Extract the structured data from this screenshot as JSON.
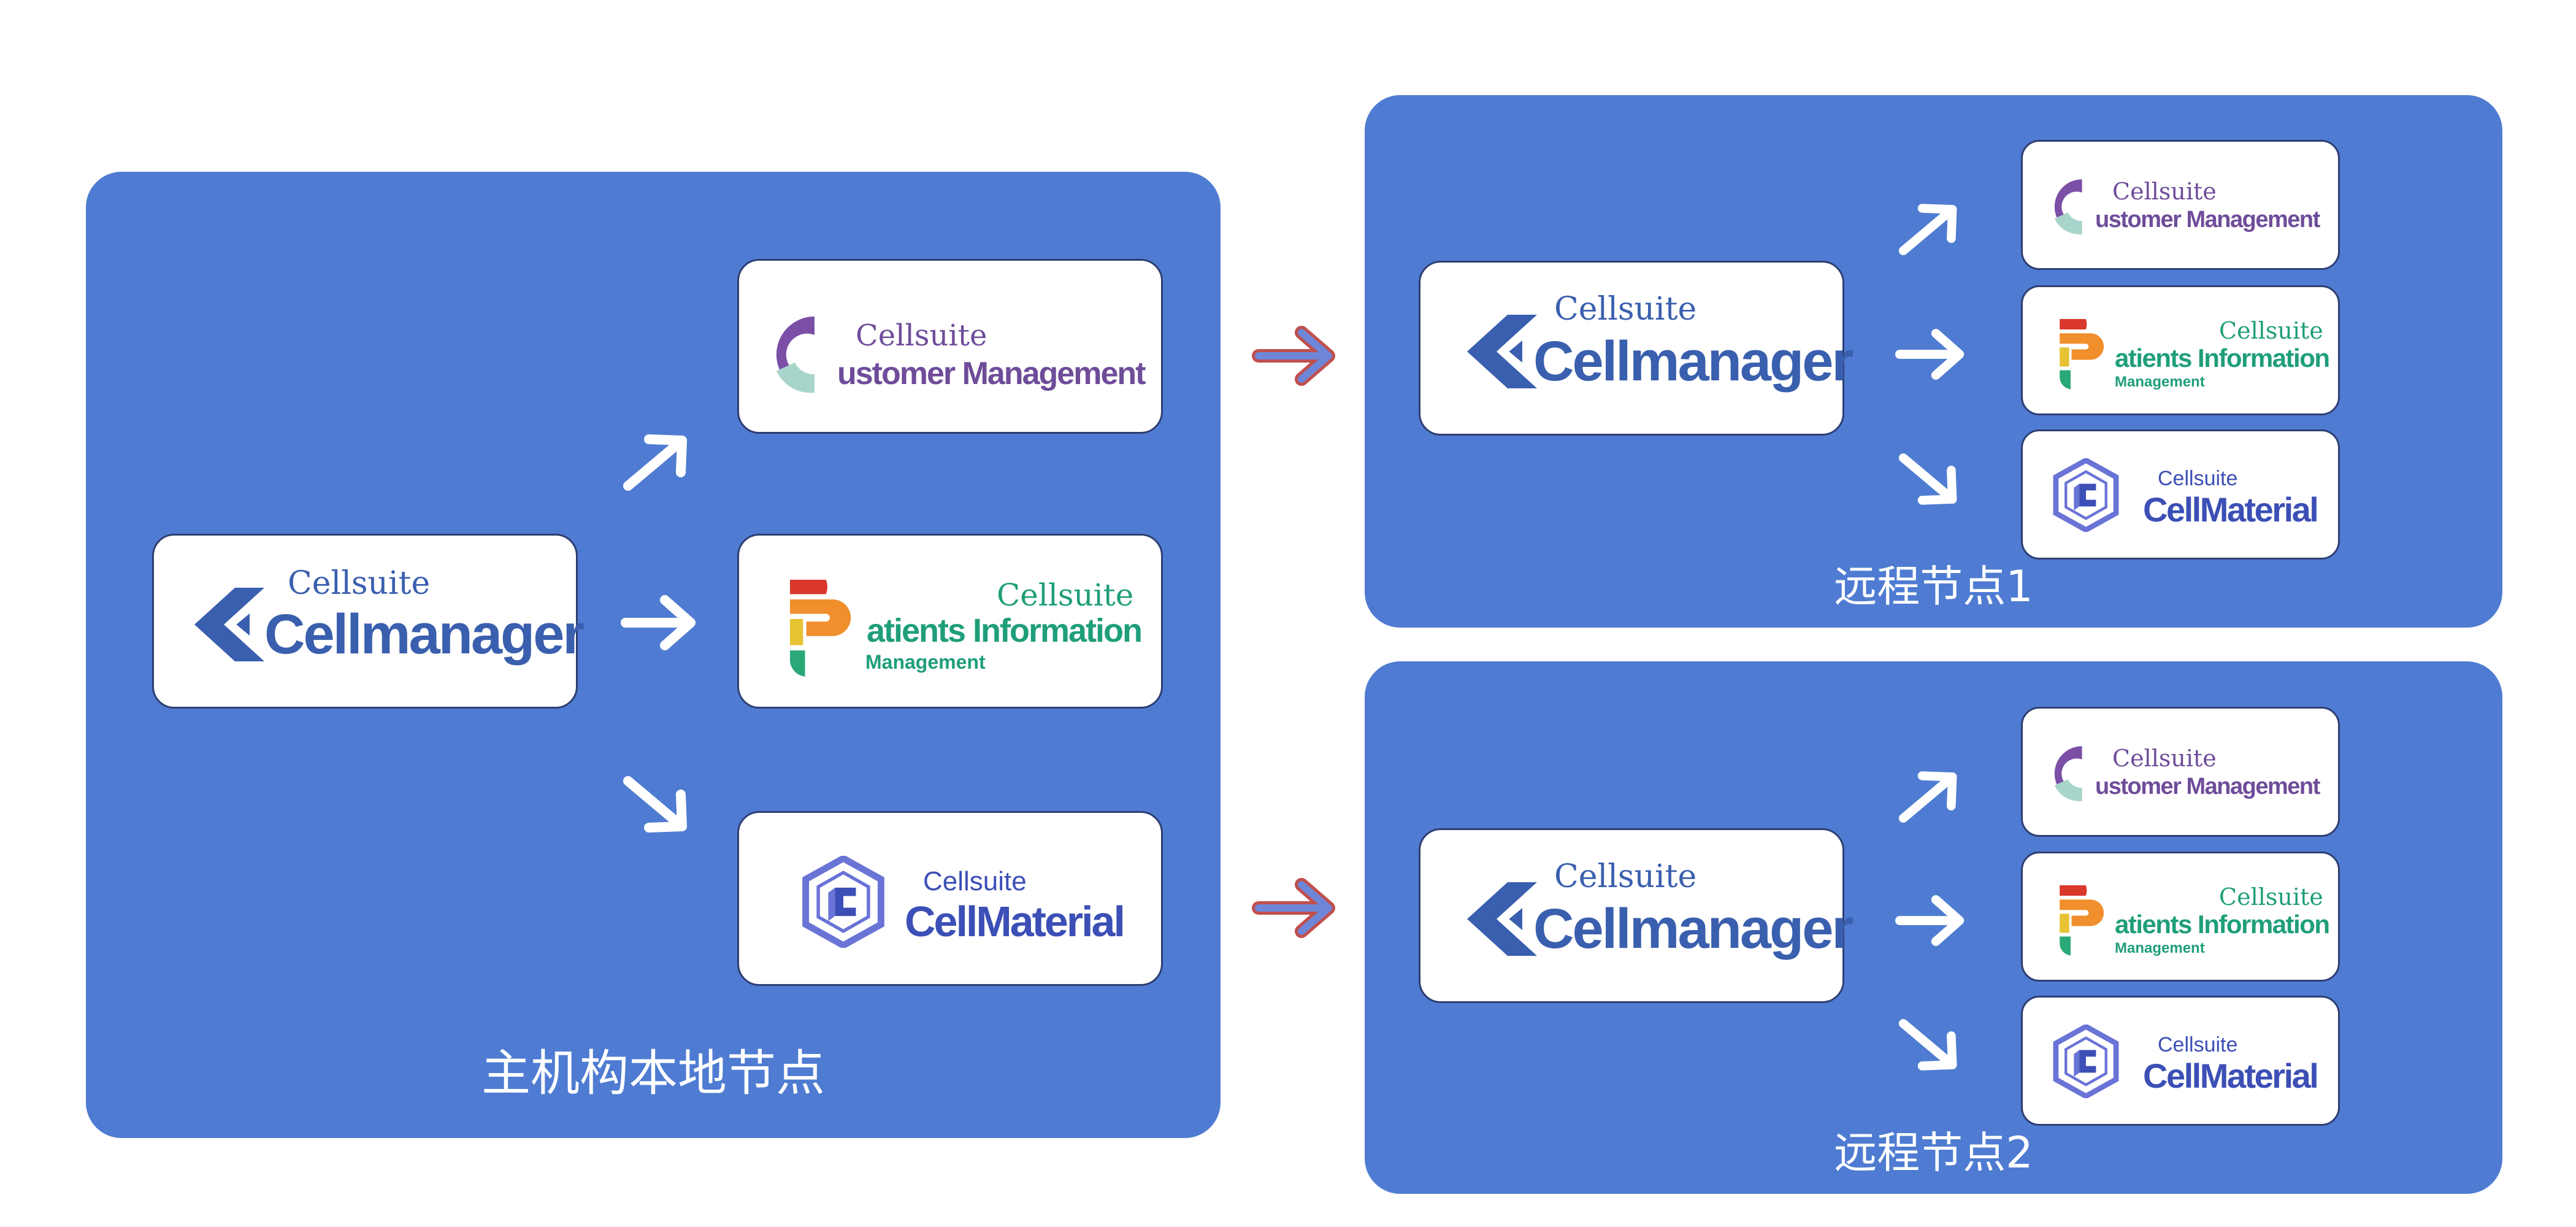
{
  "labels": {
    "local": "主机构本地节点",
    "remote1": "远程节点1",
    "remote2": "远程节点2"
  },
  "logos": {
    "brand": "Cellsuite",
    "cellmanager": "Cellmanager",
    "customer": "ustomer Management",
    "patients": "atients Information",
    "patients_sub": "Management",
    "material": "CellMaterial"
  },
  "colors": {
    "panel": "#4f7cd2",
    "card_border": "#2e3e72",
    "cellmanager": "#3a5fae",
    "customer_text": "#6f4c9a",
    "patients_text": "#1f9e7a",
    "material_text": "#3c4fb6",
    "link_arrow_outline": "#c0504d"
  }
}
